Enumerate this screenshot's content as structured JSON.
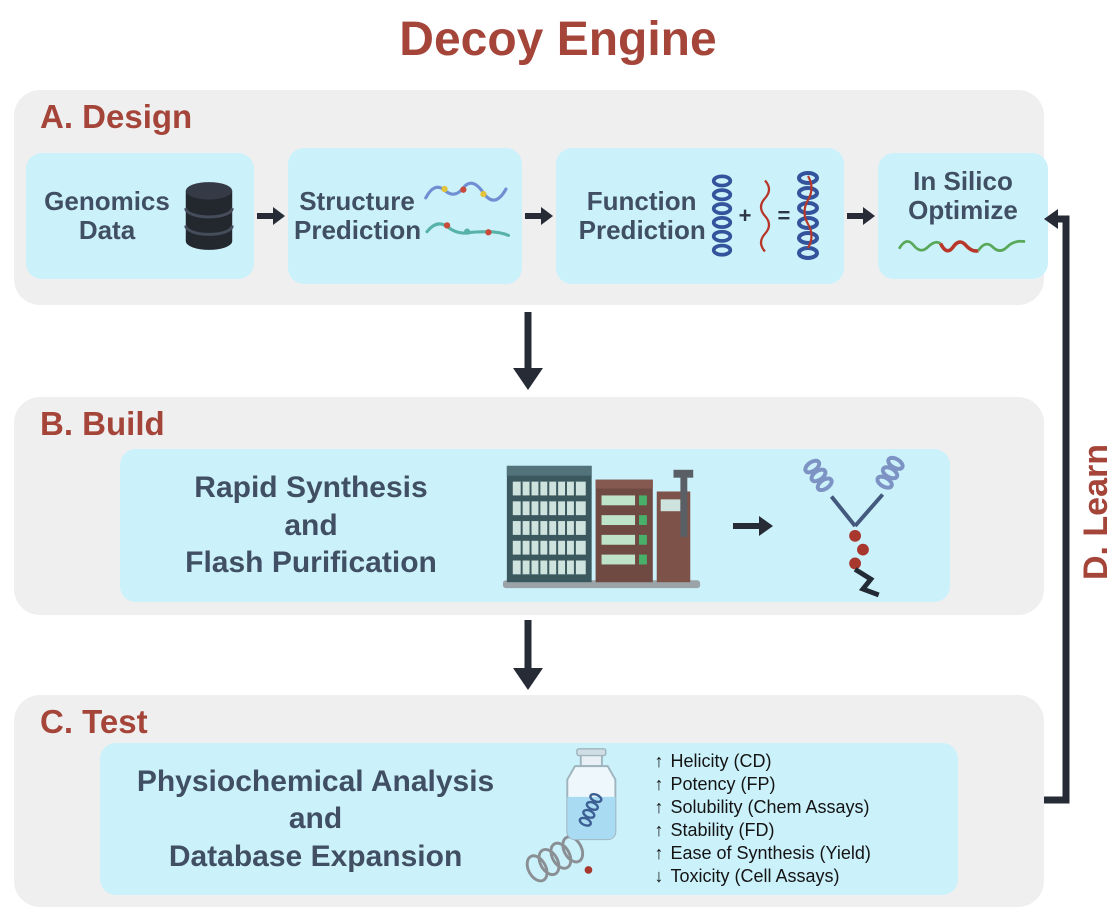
{
  "title": "Decoy Engine",
  "colors": {
    "accent_red": "#A5453A",
    "panel_gray": "#EFEFF0",
    "box_cyan": "#CBF1FA",
    "label_slate": "#404F63",
    "arrow_dark": "#262B36"
  },
  "design": {
    "heading": "A. Design",
    "steps": [
      {
        "label": "Genomics Data",
        "icon": "database-icon"
      },
      {
        "label": "Structure Prediction",
        "icon": "protein-ribbons-icon"
      },
      {
        "label": "Function Prediction",
        "icon": "helix-equation-icon",
        "plus": "+",
        "equals": "="
      },
      {
        "label": "In Silico Optimize",
        "icon": "optimized-peptide-icon"
      }
    ]
  },
  "build": {
    "heading": "B. Build",
    "lines": [
      "Rapid Synthesis",
      "and",
      "Flash Purification"
    ],
    "icons": [
      "synthesis-machines-icon",
      "branched-peptide-icon"
    ]
  },
  "test": {
    "heading": "C. Test",
    "lines": [
      "Physiochemical Analysis",
      "and",
      "Database Expansion"
    ],
    "icon": "vial-helix-icon",
    "metrics": [
      {
        "arrow": "↑",
        "text": "Helicity (CD)"
      },
      {
        "arrow": "↑",
        "text": "Potency (FP)"
      },
      {
        "arrow": "↑",
        "text": "Solubility (Chem Assays)"
      },
      {
        "arrow": "↑",
        "text": "Stability (FD)"
      },
      {
        "arrow": "↑",
        "text": "Ease of Synthesis (Yield)"
      },
      {
        "arrow": "↓",
        "text": "Toxicity (Cell Assays)"
      }
    ]
  },
  "learn": {
    "heading": "D. Learn"
  }
}
